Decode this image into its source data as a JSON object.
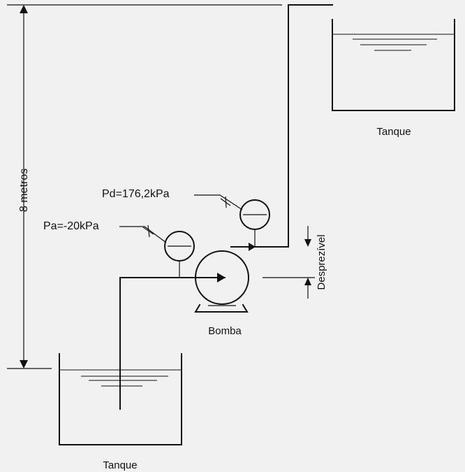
{
  "labels": {
    "height": "8 metros",
    "suction_pressure": "Pa=-20kPa",
    "discharge_pressure": "Pd=176,2kPa",
    "negligible": "Desprezível",
    "pump": "Bomba",
    "upper_tank": "Tanque",
    "lower_tank": "Tanque"
  }
}
